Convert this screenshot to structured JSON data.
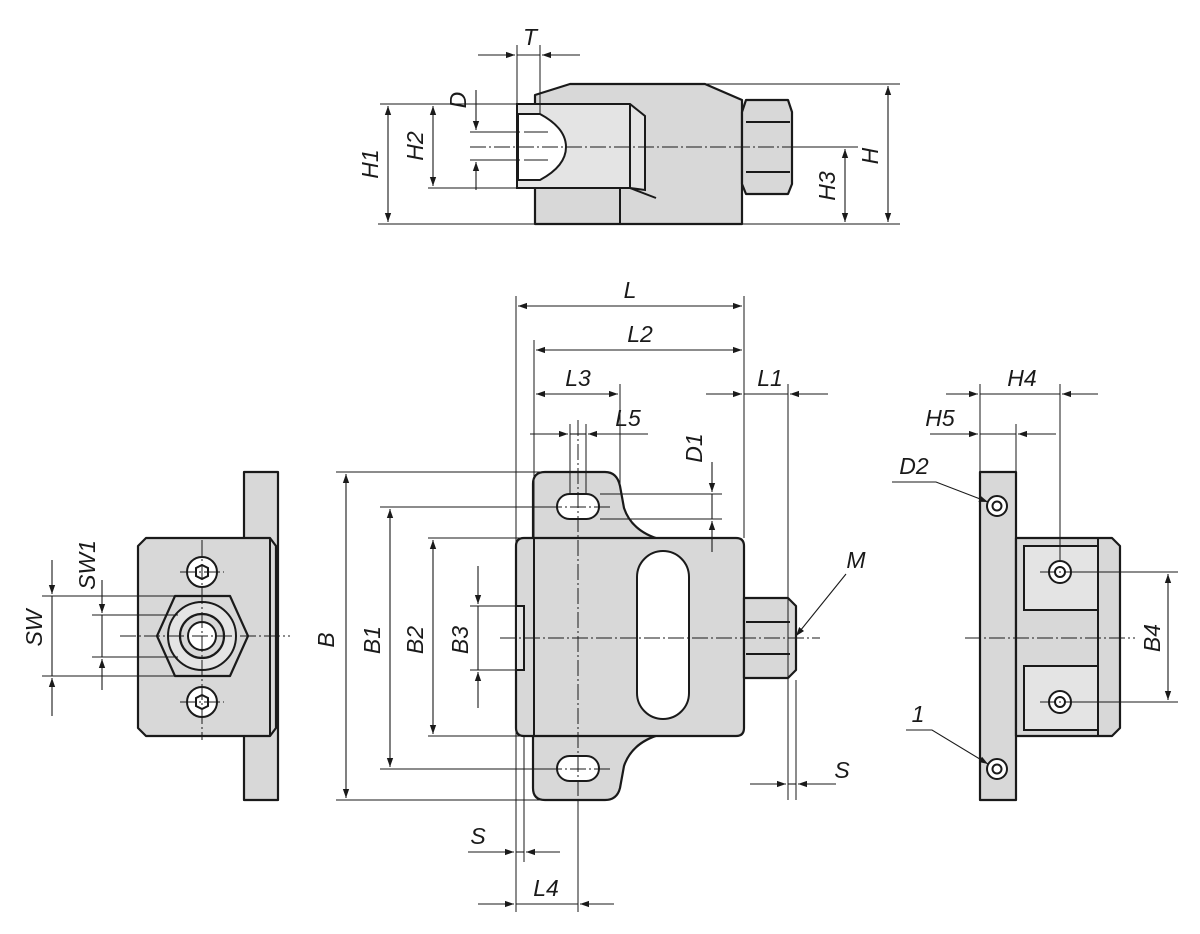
{
  "labels": {
    "T": "T",
    "D": "D",
    "H1": "H1",
    "H2": "H2",
    "H3": "H3",
    "H": "H",
    "L": "L",
    "L2": "L2",
    "L3": "L3",
    "L5": "L5",
    "L1": "L1",
    "D1": "D1",
    "M": "M",
    "SW1": "SW1",
    "SW": "SW",
    "B": "B",
    "B1": "B1",
    "B2": "B2",
    "B3": "B3",
    "S_right": "S",
    "S_bottom": "S",
    "L4": "L4",
    "H4": "H4",
    "H5": "H5",
    "D2": "D2",
    "B4": "B4",
    "callout_1": "1"
  },
  "colors": {
    "part_fill": "#d8d8d8",
    "line": "#1a1a1a",
    "background": "#ffffff"
  }
}
